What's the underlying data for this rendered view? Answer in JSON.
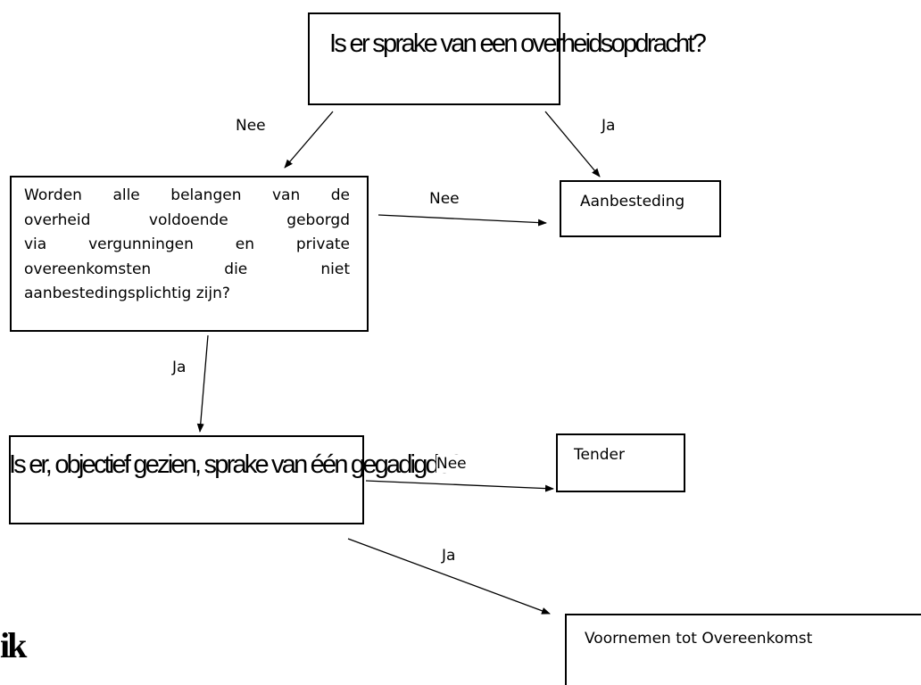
{
  "nodes": {
    "q1": "Is er sprake van een overheidsopdracht?",
    "q2_lines": [
      "Worden alle belangen van de",
      "overheid voldoende geborgd",
      "via vergunningen en private",
      "overeenkomsten die niet",
      "aanbestedingsplichtig zijn?"
    ],
    "a1": "Aanbesteding",
    "q3": "Is er, objectief gezien, sprake van één gegadigde?",
    "a2": "Tender",
    "a3": "Voornemen tot Overeenkomst",
    "fragment": "ik"
  },
  "edges": {
    "q1_no": "Nee",
    "q1_yes": "Ja",
    "q2_no": "Nee",
    "q2_yes": "Ja",
    "q3_no": "Nee",
    "q3_yes": "Ja"
  }
}
